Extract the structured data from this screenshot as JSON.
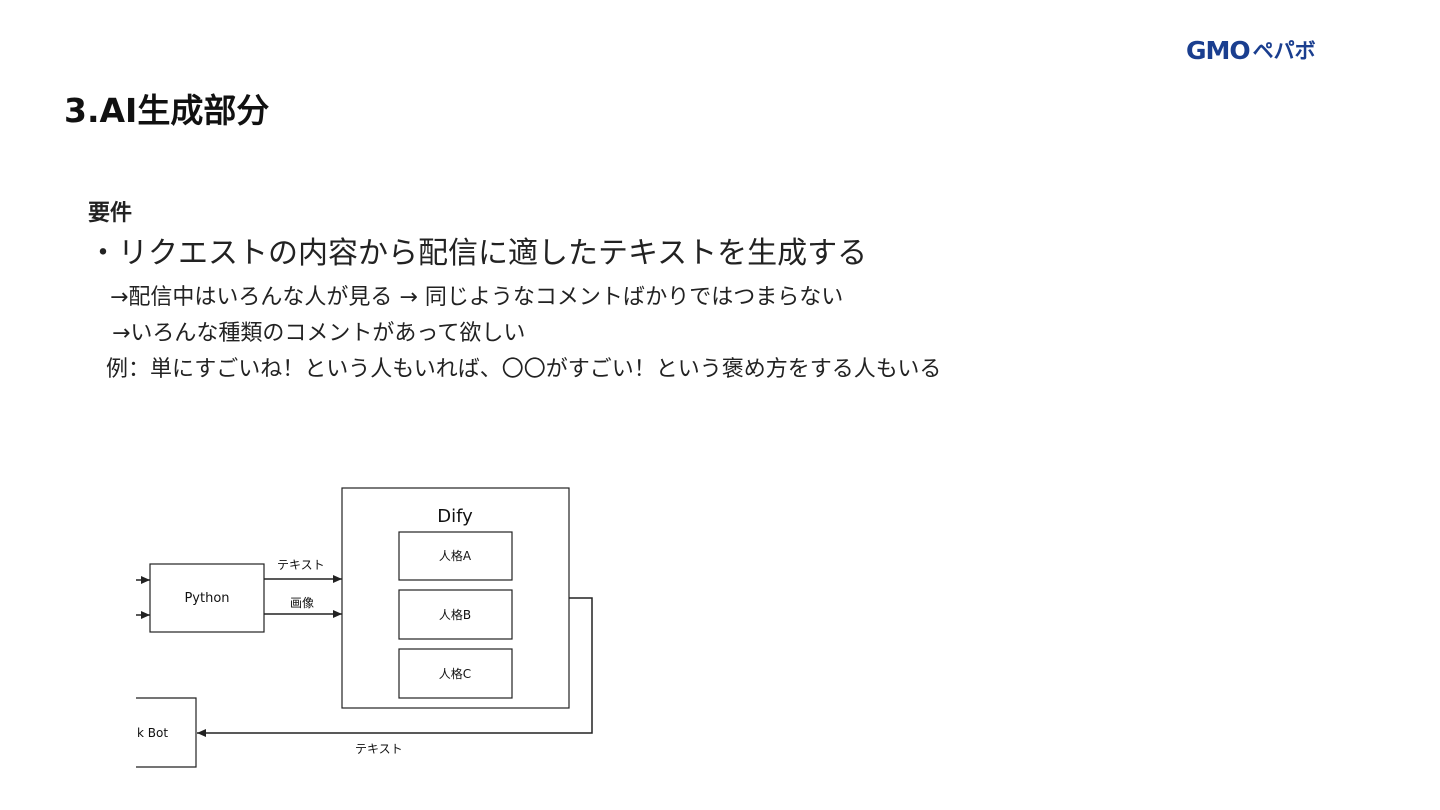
{
  "logo": {
    "gmo": "GMO",
    "pepabo": "ペパボ",
    "color": "#1a3e8f"
  },
  "title": "3.AI生成部分",
  "requirements": {
    "label": "要件",
    "bullet": "・リクエストの内容から配信に適したテキストを生成する",
    "lines": [
      "→配信中はいろんな人が見る → 同じようなコメントばかりではつまらない",
      "→いろんな種類のコメントがあって欲しい",
      "例：単にすごいね！という人もいれば、〇〇がすごい！という褒め方をする人もいる"
    ]
  },
  "diagram": {
    "dify_label": "Dify",
    "python_label": "Python",
    "personas": [
      "人格A",
      "人格B",
      "人格C"
    ],
    "bot_label": "k Bot",
    "arrow_text_label": "テキスト",
    "arrow_image_label": "画像",
    "return_label": "テキスト"
  }
}
